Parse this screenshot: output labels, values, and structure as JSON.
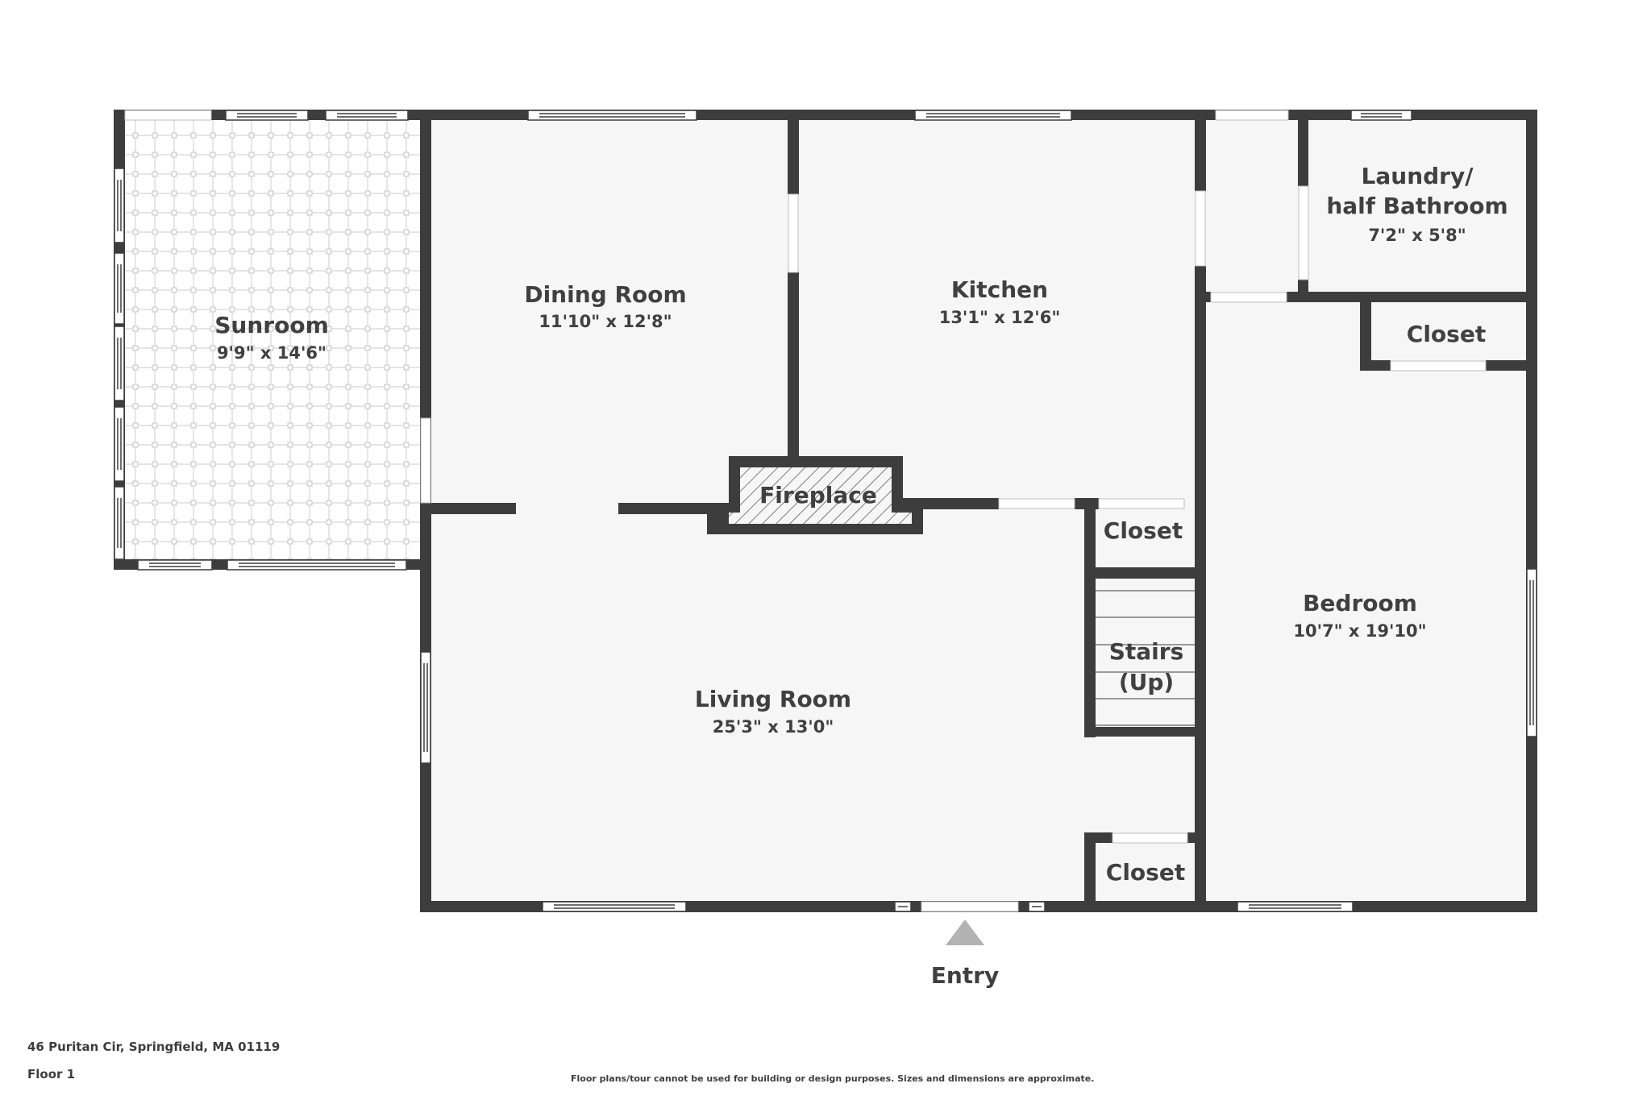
{
  "plan": {
    "floor": "Floor 1",
    "address": "46 Puritan Cir, Springfield, MA 01119",
    "disclaimer": "Floor plans/tour cannot be used for building or design purposes. Sizes and dimensions are approximate.",
    "entry_label": "Entry",
    "colors": {
      "wall": "#3d3d3d",
      "floor": "#f6f6f6",
      "text": "#404040",
      "entry_marker": "#b3b3b3"
    },
    "rooms": {
      "sunroom": {
        "name": "Sunroom",
        "dims": "9'9\" x 14'6\""
      },
      "dining": {
        "name": "Dining Room",
        "dims": "11'10\" x 12'8\""
      },
      "kitchen": {
        "name": "Kitchen",
        "dims": "13'1\" x 12'6\""
      },
      "laundry": {
        "name_line1": "Laundry/",
        "name_line2": "half Bathroom",
        "dims": "7'2\" x 5'8\""
      },
      "closet_top": {
        "name": "Closet"
      },
      "fireplace": {
        "name": "Fireplace"
      },
      "closet_mid": {
        "name": "Closet"
      },
      "stairs": {
        "name_line1": "Stairs",
        "name_line2": "(Up)"
      },
      "living": {
        "name": "Living Room",
        "dims": "25'3\" x 13'0\""
      },
      "bedroom": {
        "name": "Bedroom",
        "dims": "10'7\" x 19'10\""
      },
      "closet_bottom": {
        "name": "Closet"
      }
    }
  }
}
